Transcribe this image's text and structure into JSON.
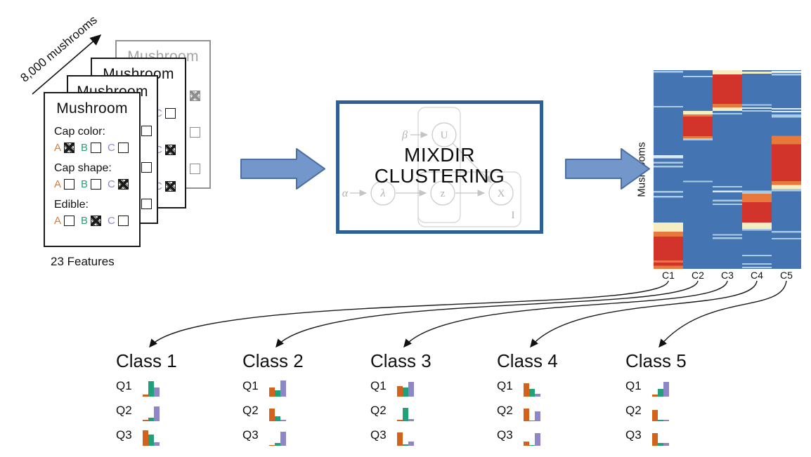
{
  "dataset_arrow": {
    "label": "8,000 mushrooms"
  },
  "features_caption": "23 Features",
  "colors": {
    "option_letters": [
      "#dd7a33",
      "#2aa173",
      "#8f8ace"
    ],
    "bars": [
      "#d2621c",
      "#21a179",
      "#8d87c7"
    ],
    "heatmap": {
      "blue": "#4574b2",
      "red": "#d2332a",
      "orange": "#e8793c",
      "cream": "#f4eec2",
      "light": "#a9cbe4",
      "white": "#dceaf4"
    },
    "flow_arrow_fill": "#7397ca",
    "flow_arrow_stroke": "#4b6fa5",
    "mixdir_border": "#2e6094"
  },
  "cards": [
    {
      "variant": "ghost",
      "title": "Mushroom",
      "questions": [
        {
          "label": "Cap color:",
          "options": [
            {
              "letter": "A",
              "checked": false
            },
            {
              "letter": "B",
              "checked": false
            },
            {
              "letter": "C",
              "checked": true
            }
          ]
        },
        {
          "label": "Cap shape:",
          "options": [
            {
              "letter": "A",
              "checked": false
            },
            {
              "letter": "B",
              "checked": false
            },
            {
              "letter": "C",
              "checked": false
            }
          ]
        },
        {
          "label": "Edible:",
          "options": [
            {
              "letter": "A",
              "checked": false
            },
            {
              "letter": "B",
              "checked": false
            },
            {
              "letter": "C",
              "checked": false
            }
          ]
        }
      ]
    },
    {
      "variant": "plain",
      "title": "Mushroom",
      "questions": [
        {
          "label": "Cap color:",
          "options": [
            {
              "letter": "A",
              "checked": false
            },
            {
              "letter": "B",
              "checked": false
            },
            {
              "letter": "C",
              "checked": false
            }
          ]
        },
        {
          "label": "Cap shape:",
          "options": [
            {
              "letter": "A",
              "checked": false
            },
            {
              "letter": "B",
              "checked": false
            },
            {
              "letter": "C",
              "checked": true
            }
          ]
        },
        {
          "label": "Edible:",
          "options": [
            {
              "letter": "A",
              "checked": false
            },
            {
              "letter": "B",
              "checked": false
            },
            {
              "letter": "C",
              "checked": true
            }
          ]
        }
      ]
    },
    {
      "variant": "plain",
      "title": "Mushroom",
      "questions": [
        {
          "label": "Cap color:",
          "options": [
            {
              "letter": "A",
              "checked": false
            },
            {
              "letter": "B",
              "checked": false
            },
            {
              "letter": "C",
              "checked": false
            }
          ]
        },
        {
          "label": "Cap shape:",
          "options": [
            {
              "letter": "A",
              "checked": false
            },
            {
              "letter": "B",
              "checked": false
            },
            {
              "letter": "C",
              "checked": false
            }
          ]
        },
        {
          "label": "Edible:",
          "options": [
            {
              "letter": "A",
              "checked": false
            },
            {
              "letter": "B",
              "checked": false
            },
            {
              "letter": "C",
              "checked": false
            }
          ]
        }
      ]
    },
    {
      "variant": "front",
      "title": "Mushroom",
      "questions": [
        {
          "label": "Cap color:",
          "options": [
            {
              "letter": "A",
              "checked": true
            },
            {
              "letter": "B",
              "checked": false
            },
            {
              "letter": "C",
              "checked": false
            }
          ]
        },
        {
          "label": "Cap shape:",
          "options": [
            {
              "letter": "A",
              "checked": false
            },
            {
              "letter": "B",
              "checked": false
            },
            {
              "letter": "C",
              "checked": true
            }
          ]
        },
        {
          "label": "Edible:",
          "options": [
            {
              "letter": "A",
              "checked": false
            },
            {
              "letter": "B",
              "checked": true
            },
            {
              "letter": "C",
              "checked": false
            }
          ]
        }
      ]
    }
  ],
  "model_box": {
    "title_line1": "MIXDIR",
    "title_line2": "CLUSTERING",
    "graph": {
      "beta": "β",
      "U": "U",
      "alpha": "α",
      "lambda": "λ",
      "z": "z",
      "X": "X",
      "plate_label": "I"
    }
  },
  "heatmap": {
    "ylabel": "Mushrooms",
    "columns": [
      {
        "label": "C1",
        "segments": [
          [
            0.004,
            0.012,
            "light"
          ],
          [
            0.18,
            0.188,
            "light"
          ],
          [
            0.428,
            0.443,
            "white"
          ],
          [
            0.462,
            0.47,
            "light"
          ],
          [
            0.481,
            0.489,
            "light"
          ],
          [
            0.608,
            0.616,
            "light"
          ],
          [
            0.633,
            0.641,
            "light"
          ],
          [
            0.767,
            0.813,
            "cream"
          ],
          [
            0.813,
            0.838,
            "orange"
          ],
          [
            0.838,
            0.958,
            "red"
          ],
          [
            0.958,
            0.968,
            "orange"
          ],
          [
            0.968,
            0.984,
            "red"
          ],
          [
            0.984,
            1,
            "orange"
          ]
        ]
      },
      {
        "label": "C2",
        "segments": [
          [
            0.028,
            0.036,
            "light"
          ],
          [
            0.205,
            0.223,
            "cream"
          ],
          [
            0.223,
            0.233,
            "orange"
          ],
          [
            0.233,
            0.332,
            "red"
          ],
          [
            0.332,
            0.343,
            "orange"
          ],
          [
            0.343,
            0.353,
            "light"
          ],
          [
            0.556,
            0.564,
            "light"
          ]
        ]
      },
      {
        "label": "C3",
        "segments": [
          [
            0,
            0.021,
            "cream"
          ],
          [
            0.021,
            0.17,
            "red"
          ],
          [
            0.17,
            0.187,
            "orange"
          ],
          [
            0.187,
            0.205,
            "cream"
          ],
          [
            0.215,
            0.223,
            "light"
          ],
          [
            0.583,
            0.59,
            "light"
          ],
          [
            0.606,
            0.614,
            "white"
          ],
          [
            0.652,
            0.66,
            "light"
          ],
          [
            0.671,
            0.678,
            "light"
          ],
          [
            0.825,
            0.833,
            "light"
          ],
          [
            0.841,
            0.849,
            "light"
          ]
        ]
      },
      {
        "label": "C4",
        "segments": [
          [
            0.007,
            0.018,
            "cream"
          ],
          [
            0.171,
            0.179,
            "light"
          ],
          [
            0.187,
            0.195,
            "white"
          ],
          [
            0.201,
            0.209,
            "light"
          ],
          [
            0.606,
            0.622,
            "light"
          ],
          [
            0.622,
            0.664,
            "orange"
          ],
          [
            0.664,
            0.767,
            "red"
          ],
          [
            0.767,
            0.799,
            "cream"
          ],
          [
            0.799,
            0.808,
            "light"
          ],
          [
            0.93,
            0.937,
            "light"
          ],
          [
            0.971,
            0.979,
            "light"
          ],
          [
            0.989,
            0.997,
            "light"
          ]
        ]
      },
      {
        "label": "C5",
        "segments": [
          [
            0.004,
            0.014,
            "cream"
          ],
          [
            0.018,
            0.026,
            "light"
          ],
          [
            0.19,
            0.198,
            "white"
          ],
          [
            0.205,
            0.212,
            "white"
          ],
          [
            0.222,
            0.238,
            "light"
          ],
          [
            0.33,
            0.372,
            "orange"
          ],
          [
            0.372,
            0.558,
            "red"
          ],
          [
            0.558,
            0.578,
            "orange"
          ],
          [
            0.578,
            0.597,
            "cream"
          ],
          [
            0.597,
            0.61,
            "light"
          ],
          [
            0.81,
            0.818,
            "light"
          ],
          [
            0.844,
            0.852,
            "light"
          ]
        ]
      }
    ]
  },
  "cluster_arrows": [
    {
      "from": "C1",
      "to": "Class 1"
    },
    {
      "from": "C2",
      "to": "Class 2"
    },
    {
      "from": "C3",
      "to": "Class 3"
    },
    {
      "from": "C4",
      "to": "Class 4"
    },
    {
      "from": "C5",
      "to": "Class 5"
    }
  ],
  "classes": [
    {
      "title": "Class 1",
      "rows": [
        {
          "label": "Q1",
          "values": [
            3,
            22,
            13
          ]
        },
        {
          "label": "Q2",
          "values": [
            2,
            5,
            21
          ]
        },
        {
          "label": "Q3",
          "values": [
            22,
            16,
            5
          ]
        }
      ]
    },
    {
      "title": "Class 2",
      "rows": [
        {
          "label": "Q1",
          "values": [
            13,
            9,
            23
          ]
        },
        {
          "label": "Q2",
          "values": [
            18,
            7,
            2
          ]
        },
        {
          "label": "Q3",
          "values": [
            1,
            4,
            20
          ]
        }
      ]
    },
    {
      "title": "Class 3",
      "rows": [
        {
          "label": "Q1",
          "values": [
            15,
            13,
            21
          ]
        },
        {
          "label": "Q2",
          "values": [
            2,
            19,
            3
          ]
        },
        {
          "label": "Q3",
          "values": [
            19,
            2,
            6
          ]
        }
      ]
    },
    {
      "title": "Class 4",
      "rows": [
        {
          "label": "Q1",
          "values": [
            19,
            11,
            4
          ]
        },
        {
          "label": "Q2",
          "values": [
            18,
            1,
            14
          ]
        },
        {
          "label": "Q3",
          "values": [
            6,
            1,
            18
          ]
        }
      ]
    },
    {
      "title": "Class 5",
      "rows": [
        {
          "label": "Q1",
          "values": [
            3,
            11,
            21
          ]
        },
        {
          "label": "Q2",
          "values": [
            16,
            2,
            2
          ]
        },
        {
          "label": "Q3",
          "values": [
            18,
            4,
            4
          ]
        }
      ]
    }
  ]
}
